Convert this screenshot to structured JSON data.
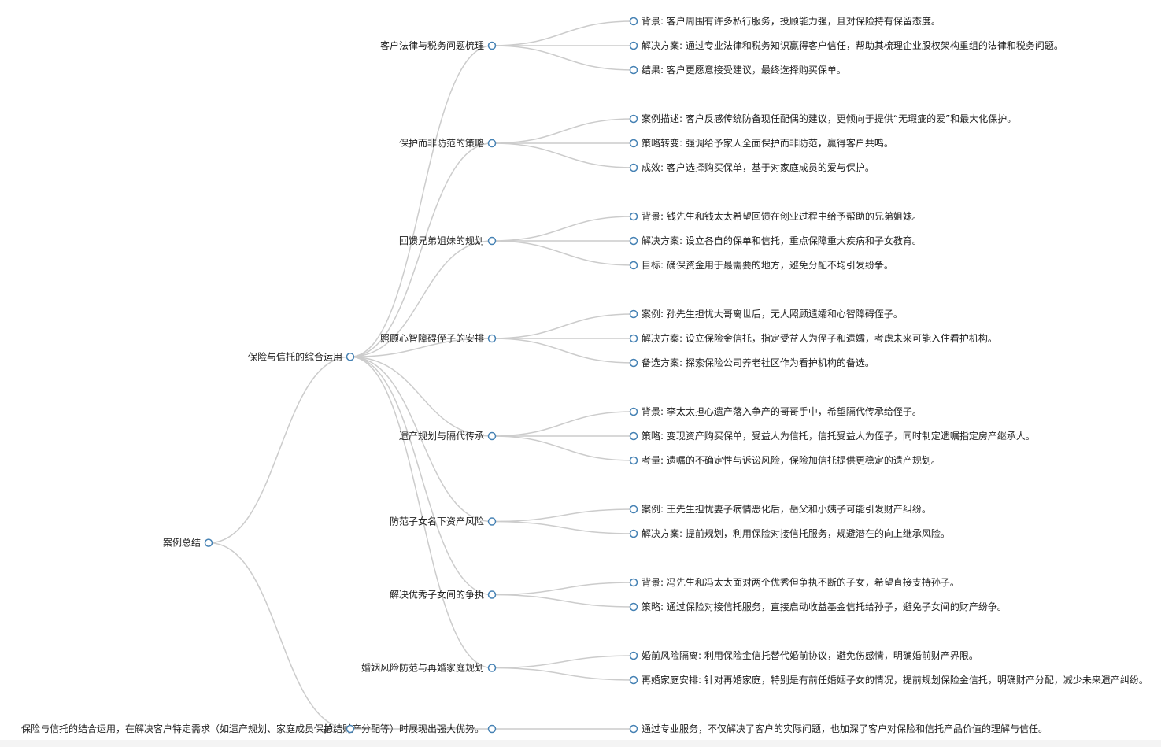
{
  "tree": {
    "name": "案例总结",
    "children": [
      {
        "name": "保险与信托的综合运用",
        "children": [
          {
            "name": "客户法律与税务问题梳理",
            "children": [
              {
                "name": "背景: 客户周围有许多私行服务，投顾能力强，且对保险持有保留态度。"
              },
              {
                "name": "解决方案: 通过专业法律和税务知识赢得客户信任，帮助其梳理企业股权架构重组的法律和税务问题。"
              },
              {
                "name": "结果: 客户更愿意接受建议，最终选择购买保单。"
              }
            ]
          },
          {
            "name": "保护而非防范的策略",
            "children": [
              {
                "name": "案例描述: 客户反感传统防备现任配偶的建议，更倾向于提供“无瑕疵的爱”和最大化保护。"
              },
              {
                "name": "策略转变: 强调给予家人全面保护而非防范，赢得客户共鸣。"
              },
              {
                "name": "成效: 客户选择购买保单，基于对家庭成员的爱与保护。"
              }
            ]
          },
          {
            "name": "回馈兄弟姐妹的规划",
            "children": [
              {
                "name": "背景: 钱先生和钱太太希望回馈在创业过程中给予帮助的兄弟姐妹。"
              },
              {
                "name": "解决方案: 设立各自的保单和信托，重点保障重大疾病和子女教育。"
              },
              {
                "name": "目标: 确保资金用于最需要的地方，避免分配不均引发纷争。"
              }
            ]
          },
          {
            "name": "照顾心智障碍侄子的安排",
            "children": [
              {
                "name": "案例: 孙先生担忧大哥离世后，无人照顾遗孀和心智障碍侄子。"
              },
              {
                "name": "解决方案: 设立保险金信托，指定受益人为侄子和遗孀，考虑未来可能入住看护机构。"
              },
              {
                "name": "备选方案: 探索保险公司养老社区作为看护机构的备选。"
              }
            ]
          },
          {
            "name": "遗产规划与隔代传承",
            "children": [
              {
                "name": "背景: 李太太担心遗产落入争产的哥哥手中，希望隔代传承给侄子。"
              },
              {
                "name": "策略: 变现资产购买保单，受益人为信托，信托受益人为侄子，同时制定遗嘱指定房产继承人。"
              },
              {
                "name": "考量: 遗嘱的不确定性与诉讼风险，保险加信托提供更稳定的遗产规划。"
              }
            ]
          },
          {
            "name": "防范子女名下资产风险",
            "children": [
              {
                "name": "案例: 王先生担忧妻子病情恶化后，岳父和小姨子可能引发财产纠纷。"
              },
              {
                "name": "解决方案: 提前规划，利用保险对接信托服务，规避潜在的向上继承风险。"
              }
            ]
          },
          {
            "name": "解决优秀子女间的争执",
            "children": [
              {
                "name": "背景: 冯先生和冯太太面对两个优秀但争执不断的子女，希望直接支持孙子。"
              },
              {
                "name": "策略: 通过保险对接信托服务，直接启动收益基金信托给孙子，避免子女间的财产纷争。"
              }
            ]
          },
          {
            "name": "婚姻风险防范与再婚家庭规划",
            "children": [
              {
                "name": "婚前风险隔离: 利用保险金信托替代婚前协议，避免伤感情，明确婚前财产界限。"
              },
              {
                "name": "再婚家庭安排: 针对再婚家庭，特别是有前任婚姻子女的情况，提前规划保险金信托，明确财产分配，减少未来遗产纠纷。"
              }
            ]
          }
        ]
      },
      {
        "name": "总结",
        "children": [
          {
            "name": "保险与信托的结合运用，在解决客户特定需求（如遗产规划、家庭成员保护、财产分配等）时展现出强大优势。",
            "children": [
              {
                "name": "通过专业服务，不仅解决了客户的实际问题，也加深了客户对保险和信托产品价值的理解与信任。"
              }
            ]
          }
        ]
      }
    ]
  }
}
